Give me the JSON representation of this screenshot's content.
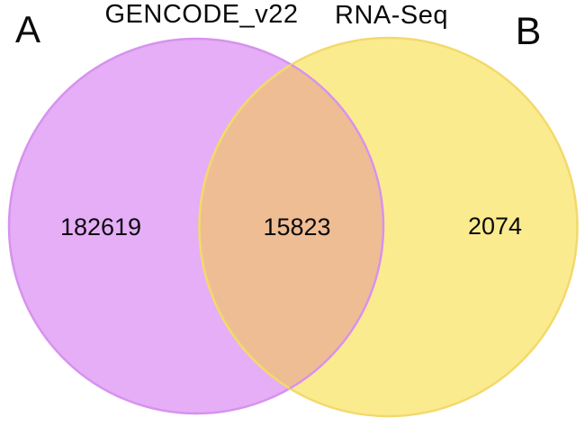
{
  "figure": {
    "panel_label_left": "A",
    "panel_label_right": "B"
  },
  "diagram": {
    "left_set": {
      "label": "GENCODE_v22",
      "count": "182619",
      "fill": "#E5AEF7",
      "stroke": "#D792EE"
    },
    "right_set": {
      "label": "RNA-Seq",
      "count": "2074",
      "fill": "#FBEB8F",
      "stroke": "#F3D96C"
    },
    "overlap": {
      "count": "15823",
      "fill": "#EEBD94"
    },
    "background": "#FFFFFF",
    "text_color": "#0A0A0A"
  },
  "chart_data": {
    "type": "venn",
    "title_left": "GENCODE_v22",
    "title_right": "RNA-Seq",
    "sets": [
      {
        "name": "GENCODE_v22",
        "unique_count": 182619
      },
      {
        "name": "RNA-Seq",
        "unique_count": 2074
      }
    ],
    "intersection_count": 15823,
    "panel_labels": [
      "A",
      "B"
    ],
    "colors": {
      "left": "#E5AEF7",
      "right": "#FBEB8F",
      "overlap": "#EEBD94"
    }
  }
}
